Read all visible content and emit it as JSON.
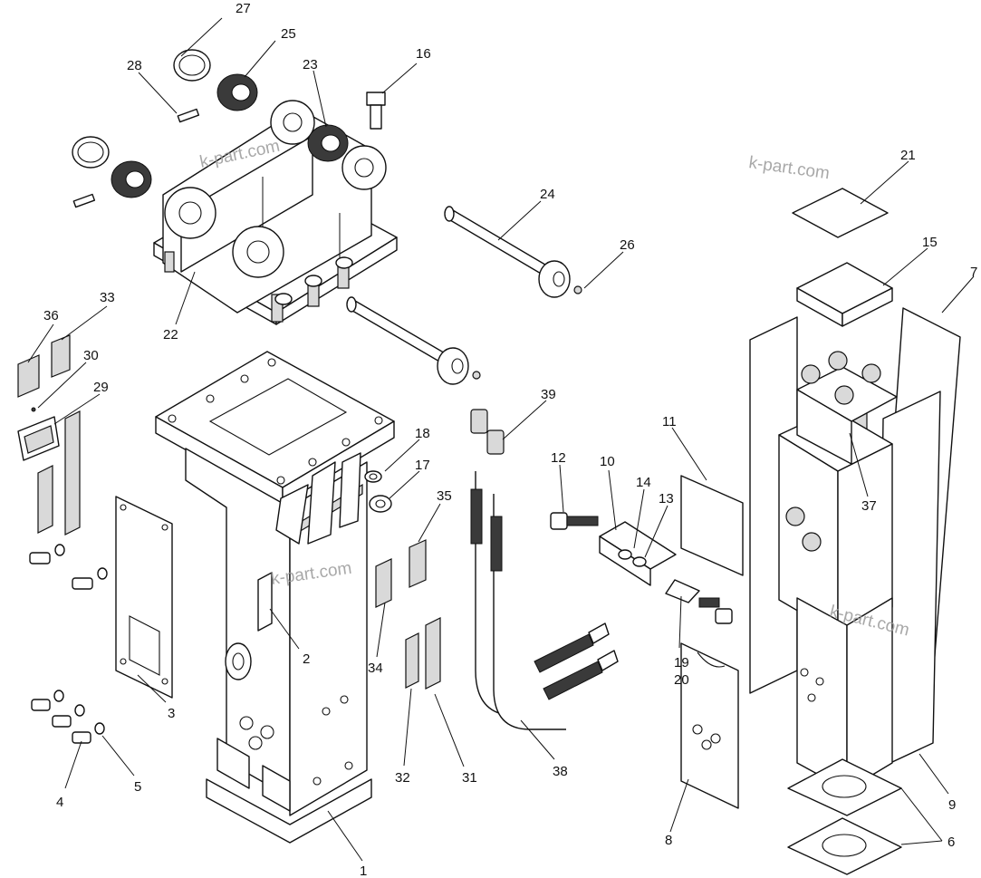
{
  "watermarks": [
    "k-part.com",
    "k-part.com",
    "k-part.com",
    "k-part.com"
  ],
  "callouts": [
    {
      "n": "1"
    },
    {
      "n": "2"
    },
    {
      "n": "3"
    },
    {
      "n": "4"
    },
    {
      "n": "5"
    },
    {
      "n": "6"
    },
    {
      "n": "7"
    },
    {
      "n": "8"
    },
    {
      "n": "9"
    },
    {
      "n": "10"
    },
    {
      "n": "11"
    },
    {
      "n": "12"
    },
    {
      "n": "13"
    },
    {
      "n": "14"
    },
    {
      "n": "15"
    },
    {
      "n": "16"
    },
    {
      "n": "17"
    },
    {
      "n": "18"
    },
    {
      "n": "19"
    },
    {
      "n": "20"
    },
    {
      "n": "21"
    },
    {
      "n": "22"
    },
    {
      "n": "23"
    },
    {
      "n": "24"
    },
    {
      "n": "25"
    },
    {
      "n": "26"
    },
    {
      "n": "27"
    },
    {
      "n": "28"
    },
    {
      "n": "29"
    },
    {
      "n": "30"
    },
    {
      "n": "31"
    },
    {
      "n": "32"
    },
    {
      "n": "33"
    },
    {
      "n": "34"
    },
    {
      "n": "35"
    },
    {
      "n": "36"
    },
    {
      "n": "37"
    },
    {
      "n": "38"
    },
    {
      "n": "39"
    }
  ]
}
